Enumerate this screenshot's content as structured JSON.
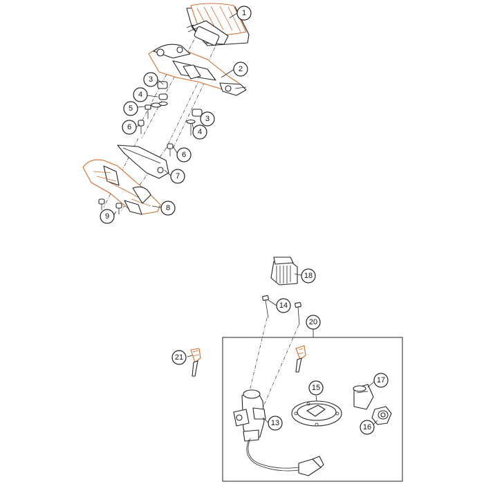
{
  "callouts": {
    "c1": "1",
    "c2": "2",
    "c3a": "3",
    "c3b": "3",
    "c4a": "4",
    "c4b": "4",
    "c5": "5",
    "c6a": "6",
    "c6b": "6",
    "c7": "7",
    "c8": "8",
    "c9": "9",
    "c13": "13",
    "c14": "14",
    "c15": "15",
    "c16": "16",
    "c17": "17",
    "c18": "18",
    "c20": "20",
    "c21": "21"
  },
  "colors": {
    "outline": "#222222",
    "accent": "#d36a2a",
    "background": "#ffffff"
  }
}
